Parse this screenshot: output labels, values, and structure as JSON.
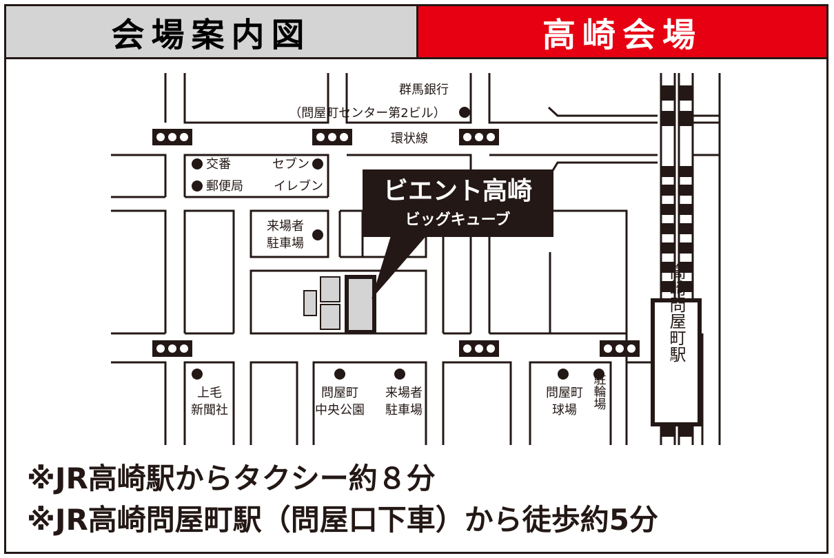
{
  "header": {
    "left_title": "会場案内図",
    "right_title": "高崎会場",
    "right_bg": "#e60012",
    "right_text_color": "#ffffff"
  },
  "map": {
    "venue_name": "ビエント高崎",
    "venue_sub": "ビッグキューブ",
    "bank_line1": "群馬銀行",
    "bank_line2": "（問屋町センター第2ビル）",
    "ring_road": "環状線",
    "koban": "交番",
    "post_office": "郵便局",
    "seven_line1": "セブン",
    "seven_line2": "イレブン",
    "parking1_line1": "来場者",
    "parking1_line2": "駐車場",
    "newspaper_line1": "上毛",
    "newspaper_line2": "新聞社",
    "park_line1": "問屋町",
    "park_line2": "中央公園",
    "parking2_line1": "来場者",
    "parking2_line2": "駐車場",
    "stadium_line1": "問屋町",
    "stadium_line2": "球場",
    "bike_parking": "駐輪場",
    "station": "高崎問屋町駅"
  },
  "notes": [
    "※JR高崎駅からタクシー約８分",
    "※JR高崎問屋町駅（問屋口下車）から徒歩約5分"
  ]
}
